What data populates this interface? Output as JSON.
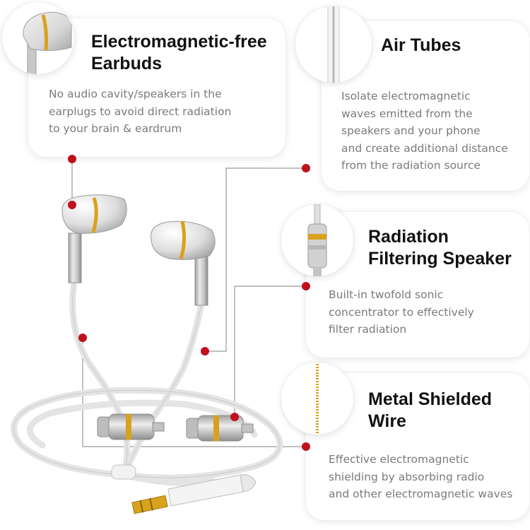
{
  "accent_color": "#c0101e",
  "features": [
    {
      "icon": "earbud-icon",
      "title_lines": [
        "Electromagnetic-free",
        "Earbuds"
      ],
      "body_lines": [
        "No audio cavity/speakers in the",
        "earplugs to avoid direct radiation",
        "to your brain & eardrum"
      ]
    },
    {
      "icon": "air-tube-icon",
      "title_lines": [
        "Air Tubes"
      ],
      "body_lines": [
        "Isolate electromagnetic",
        "waves emitted from the",
        "speakers and your phone",
        "and create additional distance",
        "from the radiation source"
      ]
    },
    {
      "icon": "speaker-filter-icon",
      "title_lines": [
        "Radiation",
        "Filtering Speaker"
      ],
      "body_lines": [
        "Built-in twofold sonic",
        "concentrator to effectively",
        "filter radiation"
      ]
    },
    {
      "icon": "shielded-wire-icon",
      "title_lines": [
        "Metal Shielded",
        "Wire"
      ],
      "body_lines": [
        "Effective electromagnetic",
        "shielding by absorbing radio",
        "and other electromagnetic waves"
      ]
    }
  ]
}
